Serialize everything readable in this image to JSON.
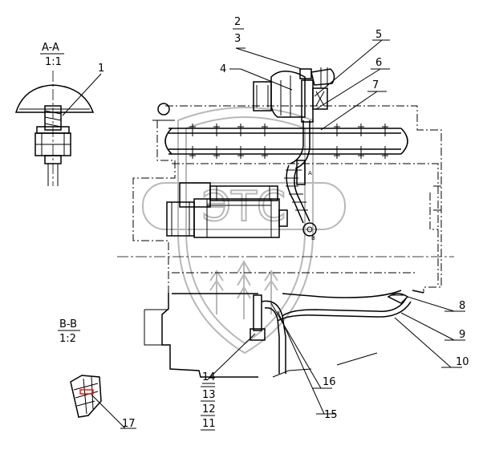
{
  "section_views": {
    "aa": {
      "title": "A-A",
      "scale": "1:1"
    },
    "bb": {
      "title": "B-B",
      "scale": "1:2"
    }
  },
  "callouts": {
    "c1": "1",
    "c2": "2",
    "c3": "3",
    "c4": "4",
    "c5": "5",
    "c6": "6",
    "c7": "7",
    "c8": "8",
    "c9": "9",
    "c10": "10",
    "c11": "11",
    "c12": "12",
    "c13": "13",
    "c14": "14",
    "c15": "15",
    "c16": "16",
    "c17": "17"
  },
  "view_marks": {
    "a": "A",
    "b": "B"
  },
  "colors": {
    "line": "#000000",
    "watermark": "#b8b8b8",
    "highlight": "#e02020"
  },
  "watermark_logo": "ЭТС"
}
